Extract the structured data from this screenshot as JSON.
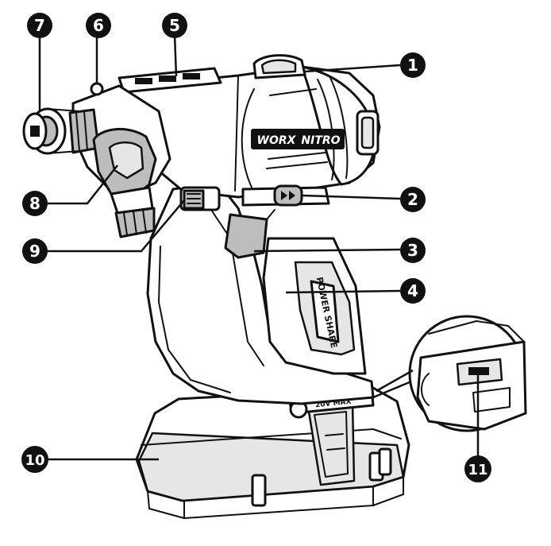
{
  "brand": {
    "left": "WORX",
    "right": "NITRO"
  },
  "grip_label": "POWER SHARE",
  "battery_label": "20V MAX",
  "callouts": [
    "1",
    "2",
    "3",
    "4",
    "5",
    "6",
    "7",
    "8",
    "9",
    "10",
    "11"
  ],
  "colors": {
    "ink": "#111111",
    "shade": "#bdbdbd",
    "light": "#e6e6e6",
    "paper": "#ffffff"
  }
}
